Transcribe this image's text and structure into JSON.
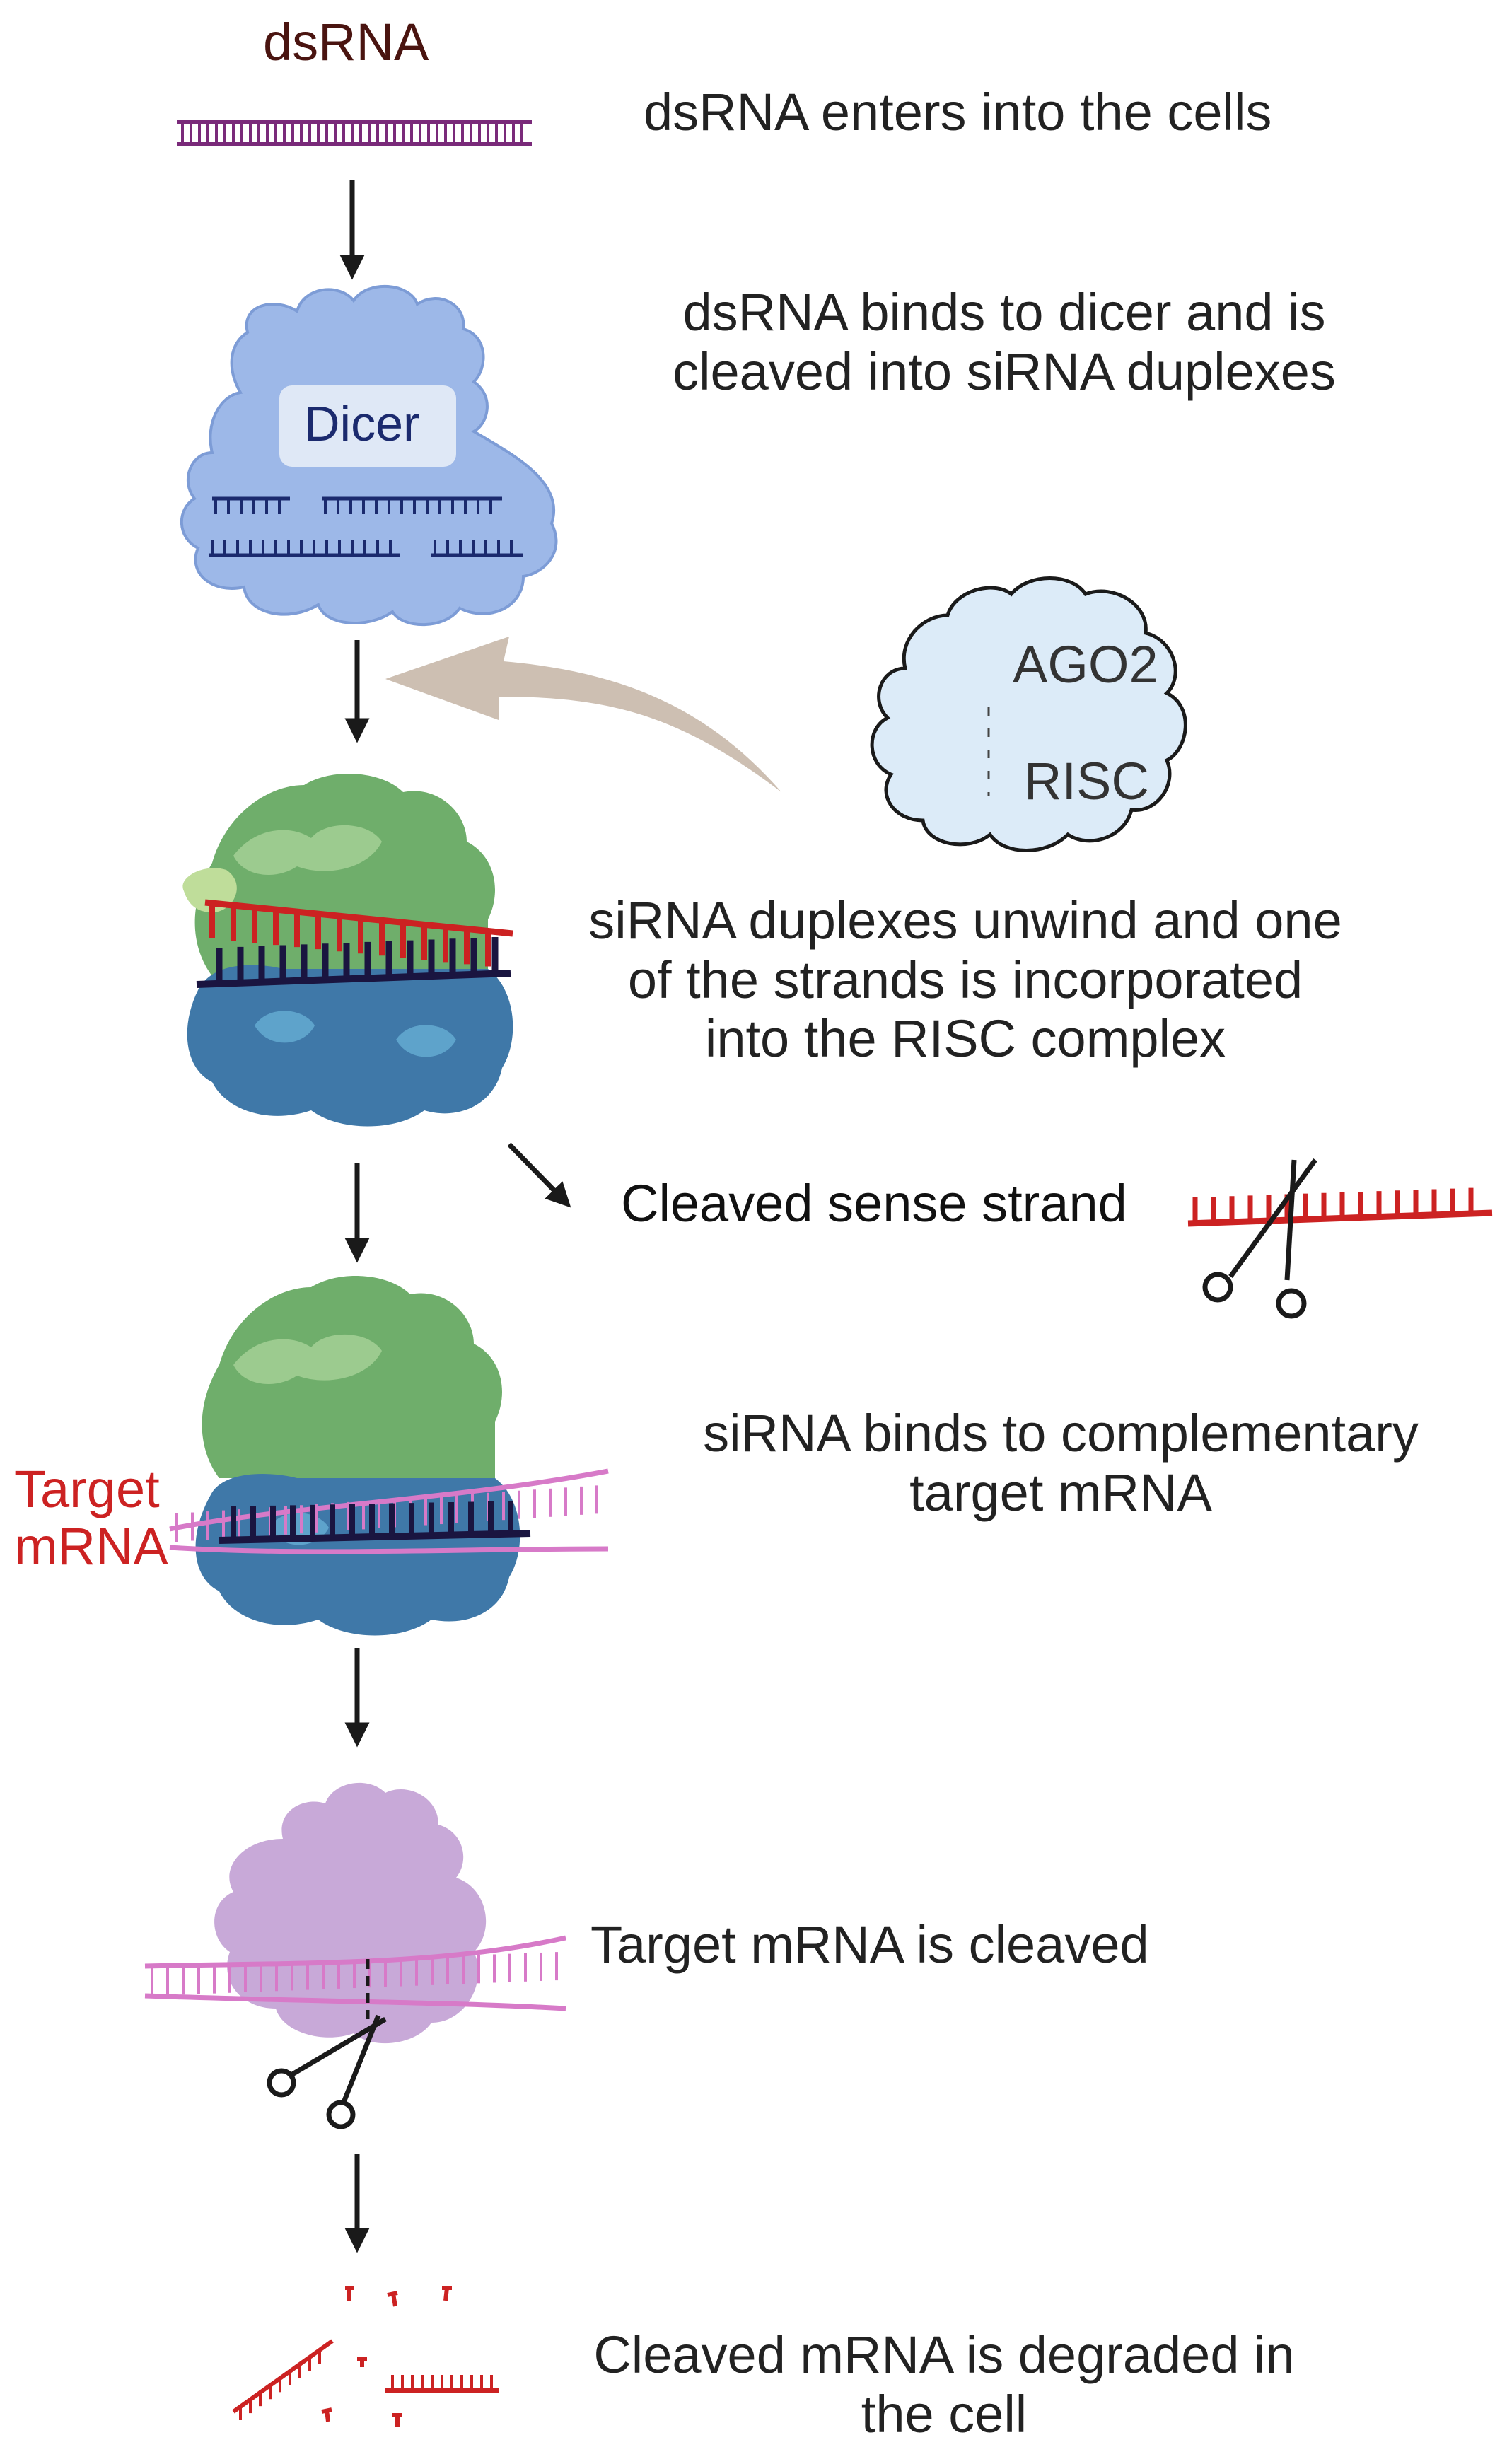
{
  "labels": {
    "dsrna": "dsRNA",
    "dicer": "Dicer",
    "ago2": "AGO2",
    "risc": "RISC",
    "target_mrna_line1": "Target",
    "target_mrna_line2": "mRNA"
  },
  "steps": [
    {
      "lines": [
        "dsRNA enters into the cells"
      ]
    },
    {
      "lines": [
        "dsRNA binds to dicer and is",
        "cleaved into siRNA duplexes"
      ]
    },
    {
      "lines": [
        "siRNA duplexes unwind and one",
        "of the strands is incorporated",
        "into the RISC complex"
      ]
    },
    {
      "lines": [
        "Cleaved sense strand"
      ]
    },
    {
      "lines": [
        "siRNA binds to complementary",
        "target mRNA"
      ]
    },
    {
      "lines": [
        "Target mRNA is cleaved"
      ]
    },
    {
      "lines": [
        "Cleaved mRNA is degraded in",
        "the cell"
      ]
    }
  ],
  "colors": {
    "dsrna_label": "#4a1410",
    "dsrna_strand": "#7a2a7a",
    "dicer": "#9db8e8",
    "dicer_label_box": "#dfe8f6",
    "sirna": "#1b2a6e",
    "sense_strand": "#cc2222",
    "antisense_strand": "#1a1540",
    "risc_green": "#6fae6b",
    "risc_blue": "#3f78a8",
    "mrna": "#d77ac8",
    "cleaved_complex": "#c8a9d8",
    "target_label": "#cc2222",
    "tan_arrow": "#cdbfb2",
    "cloud": "#dcebf8",
    "arrow": "#1a1a1a"
  }
}
